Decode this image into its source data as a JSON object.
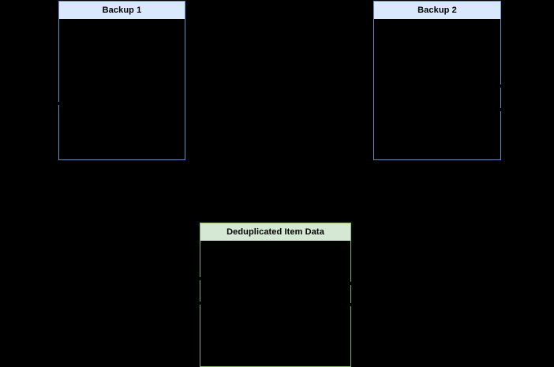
{
  "diagram": {
    "background_color": "#000000",
    "nodes": [
      {
        "id": "backup-1",
        "title": "Backup 1",
        "header_fill": "#dae8fc",
        "border_color": "#6c8ebf",
        "body_fill": "#000000"
      },
      {
        "id": "backup-2",
        "title": "Backup 2",
        "header_fill": "#dae8fc",
        "border_color": "#6c8ebf",
        "body_fill": "#000000"
      },
      {
        "id": "deduplicated-item-data",
        "title": "Deduplicated Item Data",
        "header_fill": "#d5e8d4",
        "border_color": "#82b366",
        "body_fill": "#000000"
      }
    ]
  }
}
